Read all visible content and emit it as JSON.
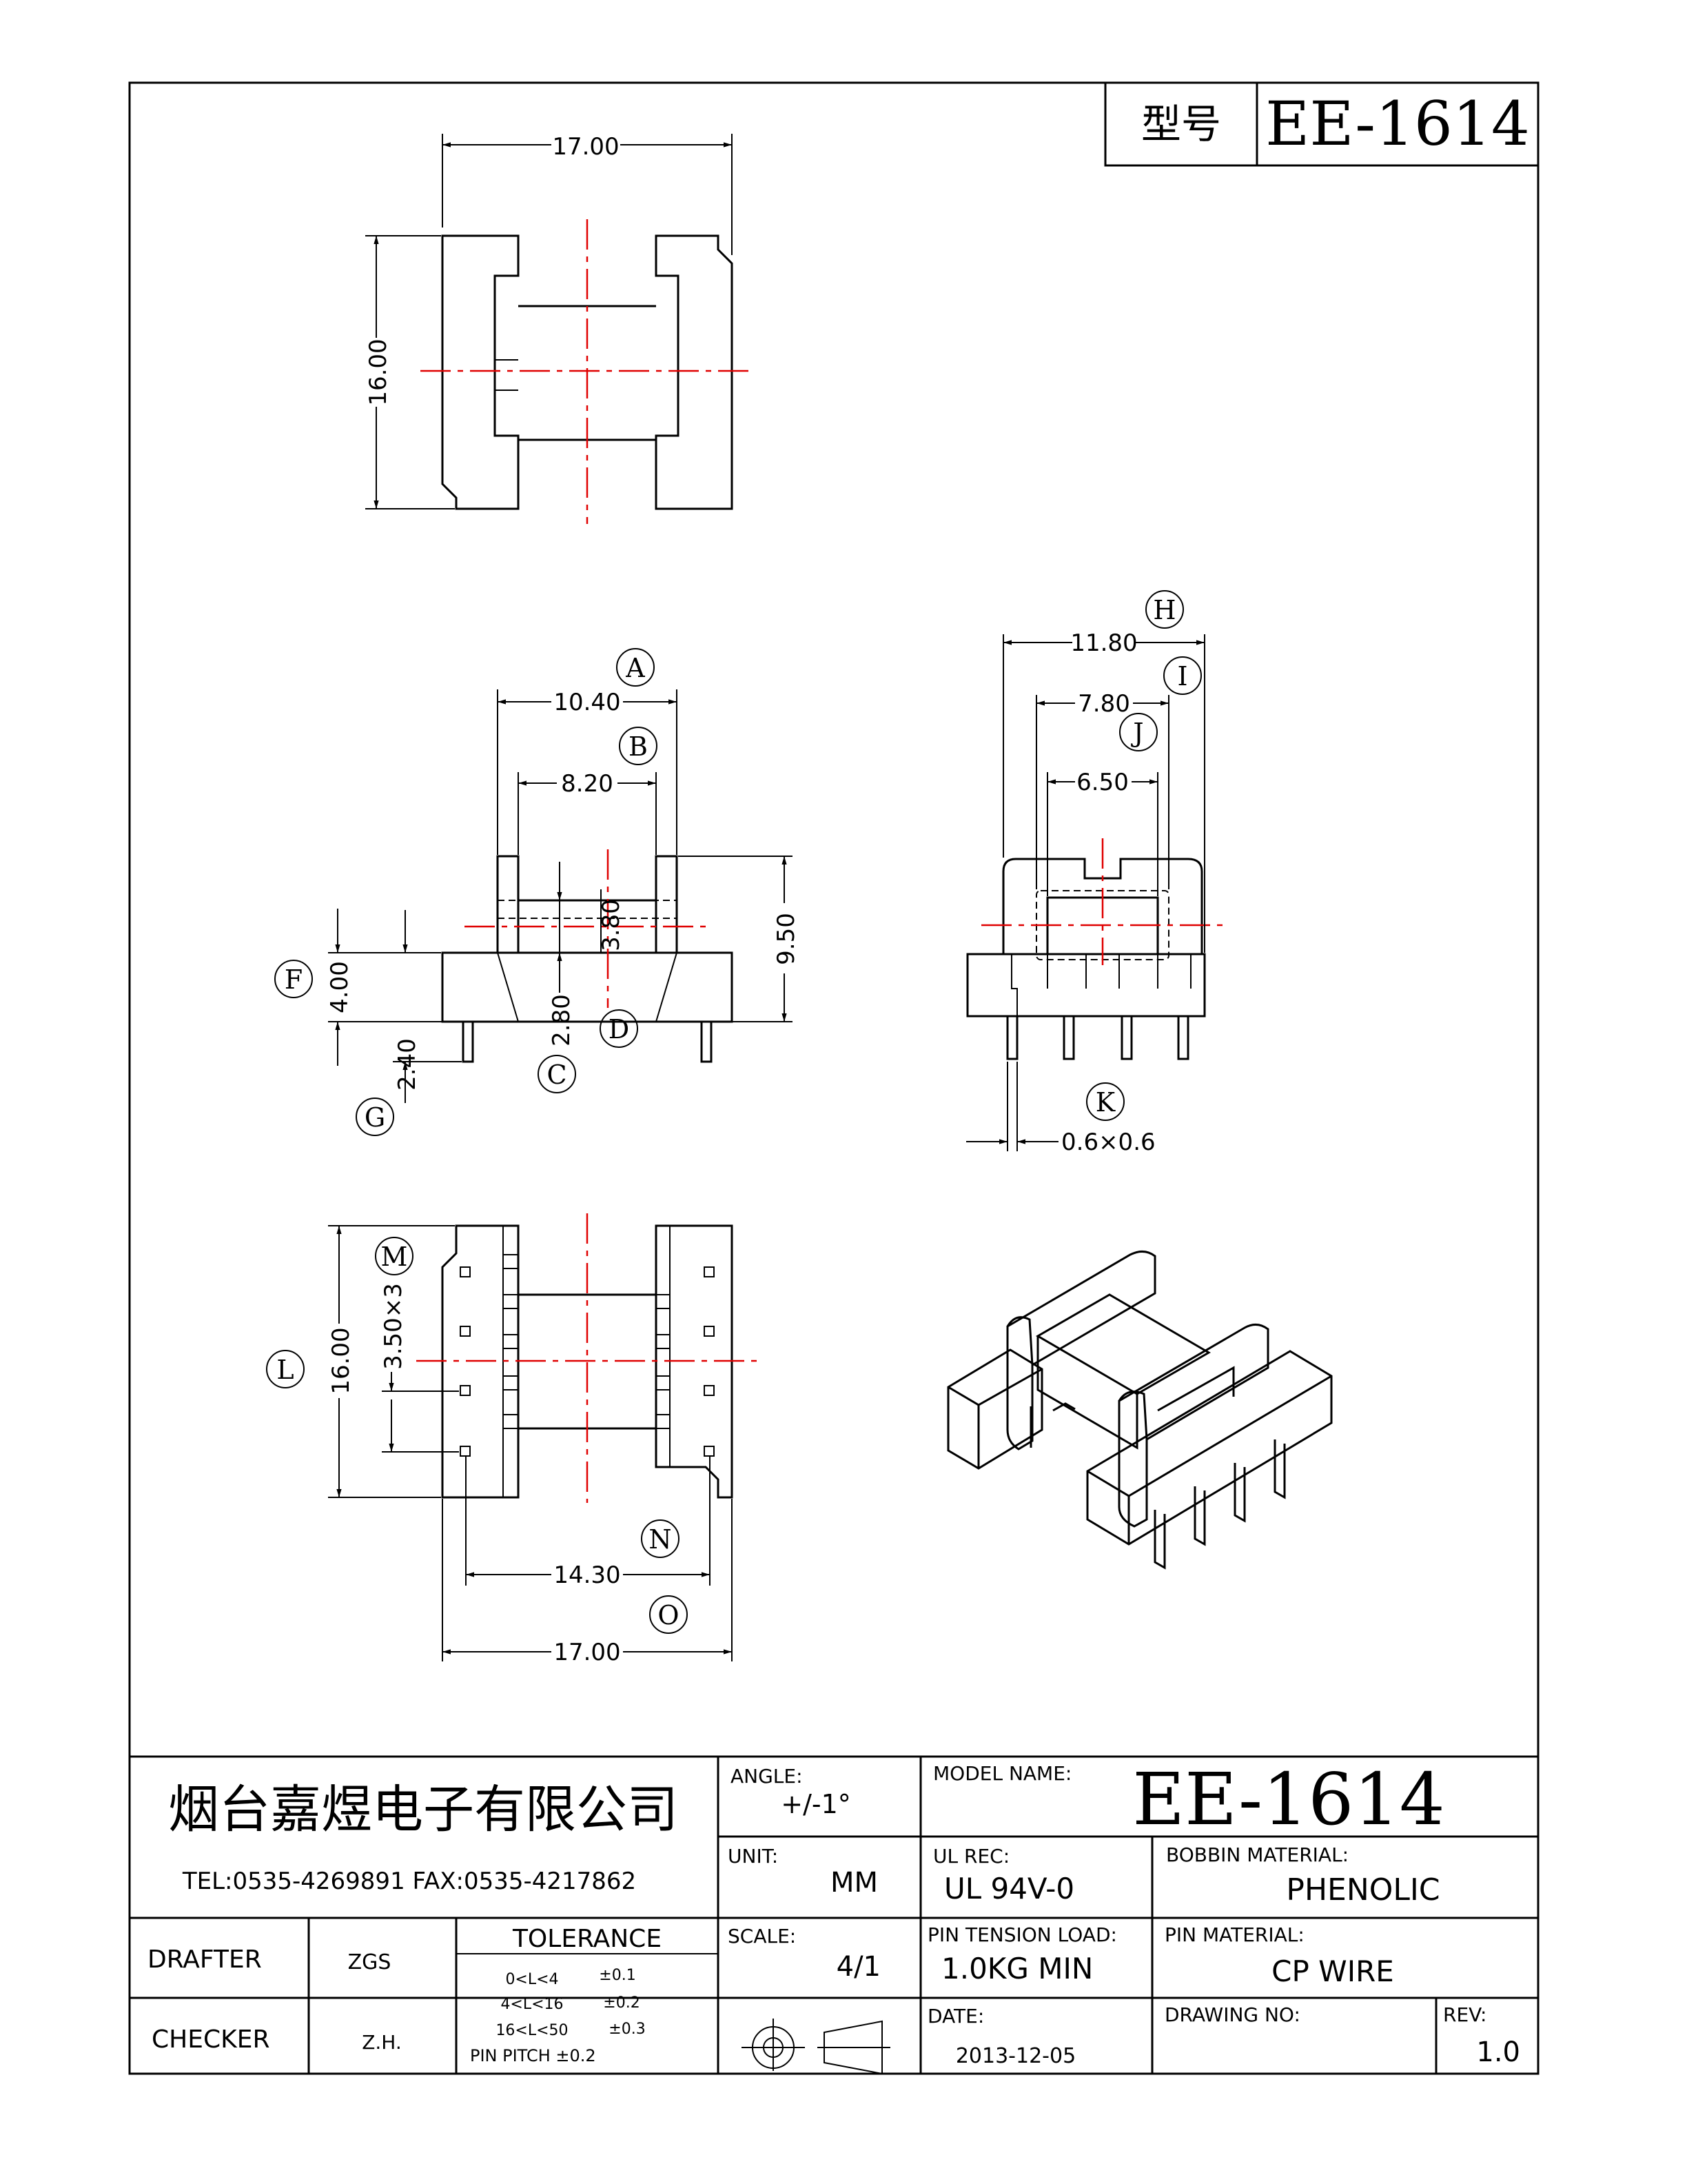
{
  "header": {
    "type_label": "型号",
    "model": "EE-1614"
  },
  "top_view": {
    "width_dim": "17.00",
    "height_dim": "16.00"
  },
  "front_view": {
    "dims": {
      "A": "10.40",
      "B": "8.20",
      "C": "2.80",
      "D": "3.80",
      "E": "9.50",
      "F": "4.00",
      "G": "2.40"
    },
    "callouts": {
      "A": "A",
      "B": "B",
      "C": "C",
      "D": "D",
      "F": "F",
      "G": "G"
    }
  },
  "side_view": {
    "dims": {
      "H": "11.80",
      "I": "7.80",
      "J": "6.50",
      "K": "0.6×0.6"
    },
    "callouts": {
      "H": "H",
      "I": "I",
      "J": "J",
      "K": "K"
    }
  },
  "bottom_view": {
    "dims": {
      "L": "16.00",
      "M": "3.50×3",
      "N": "14.30",
      "O": "17.00"
    },
    "callouts": {
      "L": "L",
      "M": "M",
      "N": "N",
      "O": "O"
    }
  },
  "title_block": {
    "company": "烟台嘉煜电子有限公司",
    "contact": "TEL:0535-4269891   FAX:0535-4217862",
    "angle_label": "ANGLE:",
    "angle_value": "+/-1°",
    "model_name_label": "MODEL NAME:",
    "model_name": "EE-1614",
    "unit_label": "UNIT:",
    "unit_value": "MM",
    "ul_label": "UL REC:",
    "ul_value": "UL 94V-0",
    "bobbin_label": "BOBBIN MATERIAL:",
    "bobbin_value": "PHENOLIC",
    "drafter_label": "DRAFTER",
    "drafter_value": "ZGS",
    "checker_label": "CHECKER",
    "checker_value": "Z.H.",
    "tolerance_title": "TOLERANCE",
    "tolerances": [
      {
        "range": "0<L<4",
        "value": "±0.1"
      },
      {
        "range": "4<L<16",
        "value": "±0.2"
      },
      {
        "range": "16<L<50",
        "value": "±0.3"
      }
    ],
    "pin_pitch": "PIN PITCH  ±0.2",
    "scale_label": "SCALE:",
    "scale_value": "4/1",
    "pin_tension_label": "PIN TENSION LOAD:",
    "pin_tension_value": "1.0KG MIN",
    "pin_material_label": "PIN MATERIAL:",
    "pin_material_value": "CP WIRE",
    "date_label": "DATE:",
    "date_value": "2013-12-05",
    "drawing_no_label": "DRAWING NO:",
    "drawing_no_value": "",
    "rev_label": "REV:",
    "rev_value": "1.0"
  }
}
